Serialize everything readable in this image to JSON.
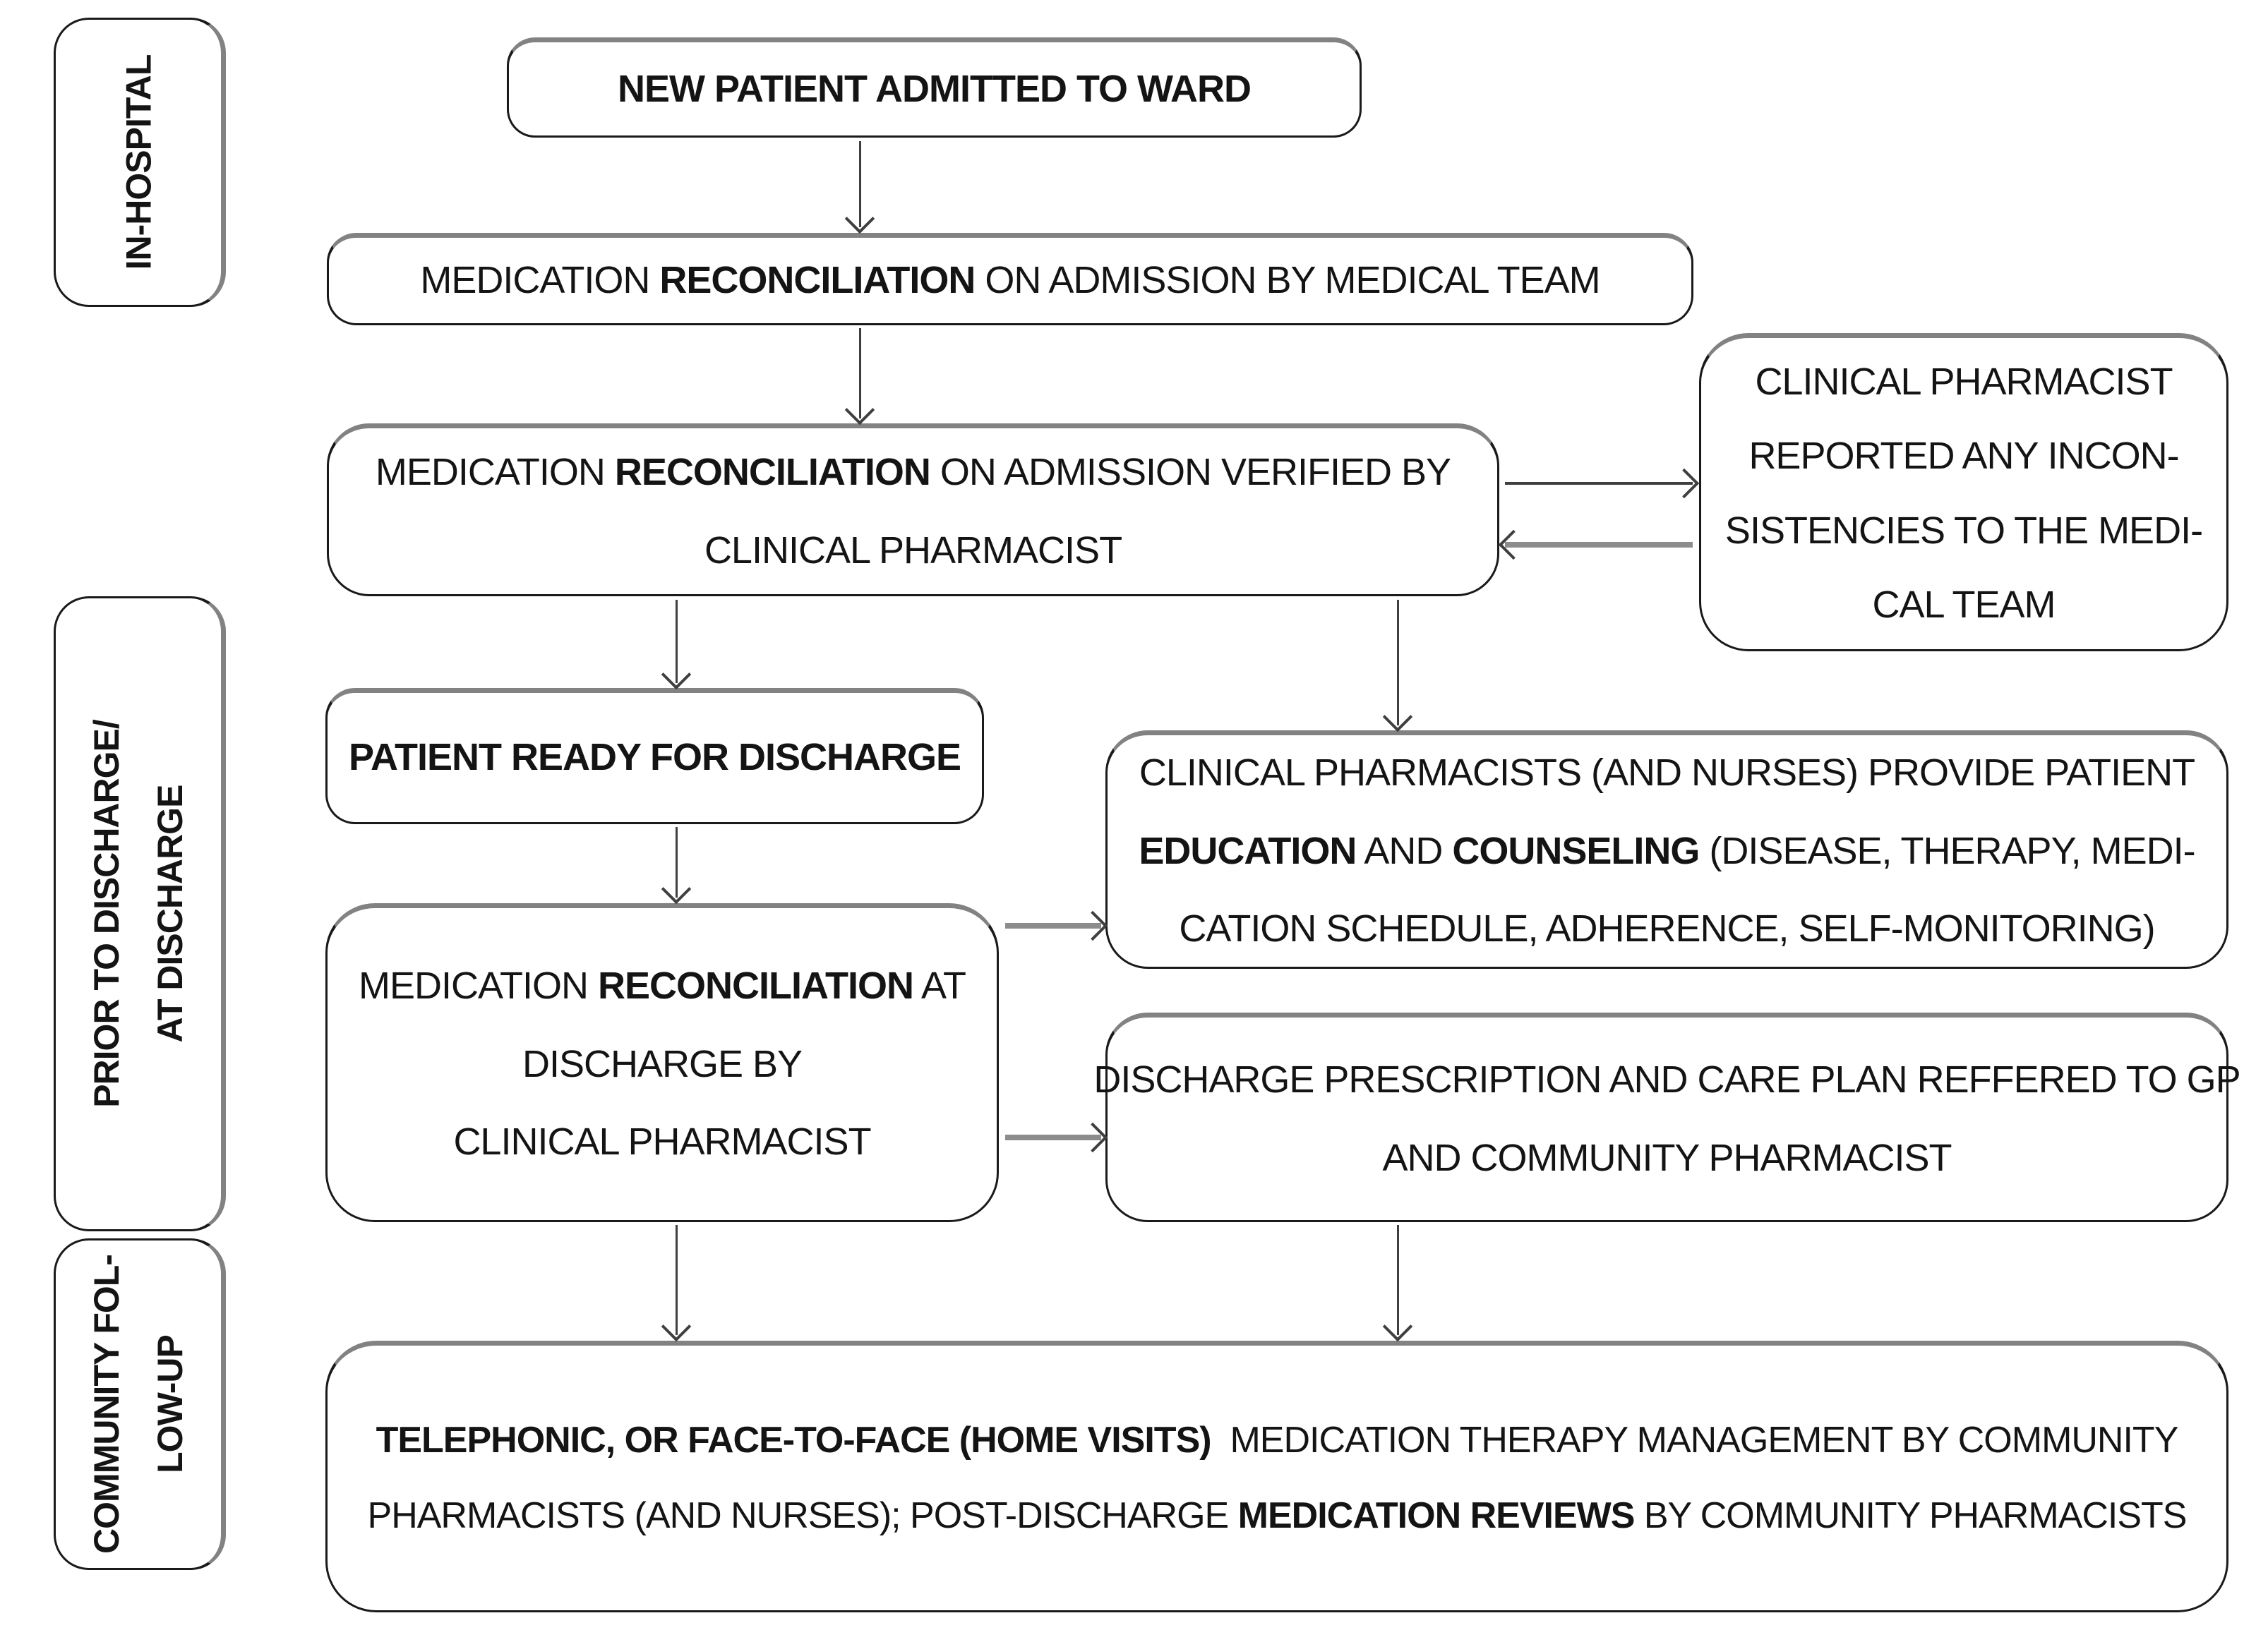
{
  "colors": {
    "background": "#ffffff",
    "box_border": "#1a1a1a",
    "box_shadow_edge": "#828282",
    "arrow": "#3f3f3f",
    "arrow_gray": "#8c8c8c"
  },
  "stages": [
    {
      "name": "in-hospital",
      "lines": [
        [
          {
            "t": "IN-HOSPITAL",
            "b": true
          }
        ]
      ]
    },
    {
      "name": "prior-to-discharge",
      "lines": [
        [
          {
            "t": "PRIOR TO DISCHARGE/",
            "b": true
          }
        ],
        [
          {
            "t": "AT DISCHARGE",
            "b": true
          }
        ]
      ]
    },
    {
      "name": "community-follow-up",
      "lines": [
        [
          {
            "t": "COMMUNITY FOL-",
            "b": true
          }
        ],
        [
          {
            "t": "LOW-UP",
            "b": true
          }
        ]
      ]
    }
  ],
  "nodes": {
    "new_patient": {
      "lines": [
        [
          {
            "t": "NEW PATIENT ADMITTED TO WARD",
            "b": true
          }
        ]
      ]
    },
    "medrec_admission": {
      "lines": [
        [
          {
            "t": "MEDICATION ",
            "b": false
          },
          {
            "t": "RECONCILIATION",
            "b": true
          },
          {
            "t": " ON ADMISSION BY MEDICAL TEAM",
            "b": false
          }
        ]
      ]
    },
    "medrec_verified": {
      "lines": [
        [
          {
            "t": "MEDICATION ",
            "b": false
          },
          {
            "t": "RECONCILIATION",
            "b": true
          },
          {
            "t": " ON ADMISSION VERIFIED BY",
            "b": false
          }
        ],
        [
          {
            "t": "CLINICAL PHARMACIST",
            "b": false
          }
        ]
      ]
    },
    "pharm_reported": {
      "lines": [
        [
          {
            "t": "CLINICAL PHARMACIST",
            "b": false
          }
        ],
        [
          {
            "t": "REPORTED ANY INCON-",
            "b": false
          }
        ],
        [
          {
            "t": "SISTENCIES TO THE MEDI-",
            "b": false
          }
        ],
        [
          {
            "t": "CAL TEAM",
            "b": false
          }
        ]
      ]
    },
    "patient_ready": {
      "lines": [
        [
          {
            "t": "PATIENT READY FOR DISCHARGE",
            "b": true
          }
        ]
      ]
    },
    "education": {
      "lines": [
        [
          {
            "t": "CLINICAL PHARMACISTS (AND NURSES) PROVIDE PATIENT",
            "b": false
          }
        ],
        [
          {
            "t": "EDUCATION",
            "b": true
          },
          {
            "t": " AND ",
            "b": false
          },
          {
            "t": "COUNSELING",
            "b": true
          },
          {
            "t": " (DISEASE, THERAPY, MEDI-",
            "b": false
          }
        ],
        [
          {
            "t": "CATION SCHEDULE, ADHERENCE, SELF-MONITORING)",
            "b": false
          }
        ]
      ]
    },
    "medrec_discharge": {
      "lines": [
        [
          {
            "t": "MEDICATION ",
            "b": false
          },
          {
            "t": "RECONCILIATION",
            "b": true
          },
          {
            "t": " AT",
            "b": false
          }
        ],
        [
          {
            "t": "DISCHARGE BY",
            "b": false
          }
        ],
        [
          {
            "t": "CLINICAL PHARMACIST",
            "b": false
          }
        ]
      ]
    },
    "discharge_rx": {
      "lines": [
        [
          {
            "t": "DISCHARGE PRESCRIPTION AND CARE PLAN REFFERED TO GP",
            "b": false
          }
        ],
        [
          {
            "t": "AND COMMUNITY PHARMACIST",
            "b": false
          }
        ]
      ]
    },
    "community": {
      "lines": [
        [
          {
            "t": "TELEPHONIC, OR FACE-TO-FACE (HOME VISITS)",
            "b": true
          },
          {
            "t": "  MEDICATION THERAPY MANAGEMENT BY COMMUNITY",
            "b": false
          }
        ],
        [
          {
            "t": "PHARMACISTS (AND NURSES); POST-DISCHARGE ",
            "b": false
          },
          {
            "t": "MEDICATION REVIEWS",
            "b": true
          },
          {
            "t": " BY COMMUNITY PHARMACISTS",
            "b": false
          }
        ]
      ]
    }
  }
}
